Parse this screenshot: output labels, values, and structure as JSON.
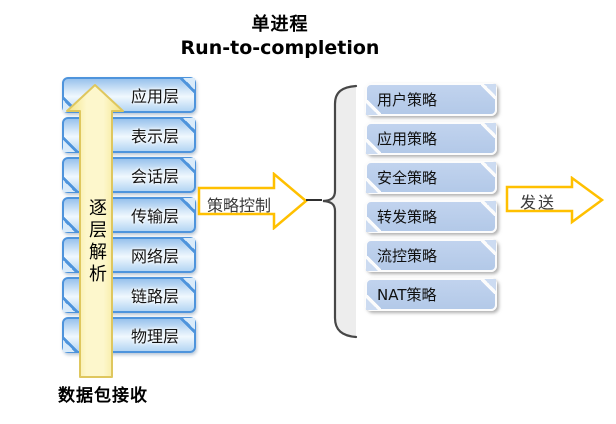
{
  "title": {
    "line1": "单进程",
    "line2": "Run-to-completion"
  },
  "left_stack": {
    "layers": [
      "应用层",
      "表示层",
      "会话层",
      "传输层",
      "网络层",
      "链路层",
      "物理层"
    ],
    "up_arrow_label": "逐层解析",
    "receive_label": "数据包接收"
  },
  "policy_flow": {
    "arrow_label": "策略控制",
    "policies": [
      "用户策略",
      "应用策略",
      "安全策略",
      "转发策略",
      "流控策略",
      "NAT策略"
    ],
    "send_label": "发送"
  },
  "colors": {
    "layer_box_border": "#4e94dc",
    "layer_box_fill": "#d7e9f9",
    "policy_box_fill": "#b7cbe9",
    "policy_box_border": "#fcfcfc",
    "block_arrow_outline": "#ffc000",
    "up_arrow_fill": "#fdf7cc",
    "up_arrow_border": "#dfc75e",
    "brace_stroke": "#474747",
    "brace_fill": "#ededed",
    "text": "#000000"
  }
}
